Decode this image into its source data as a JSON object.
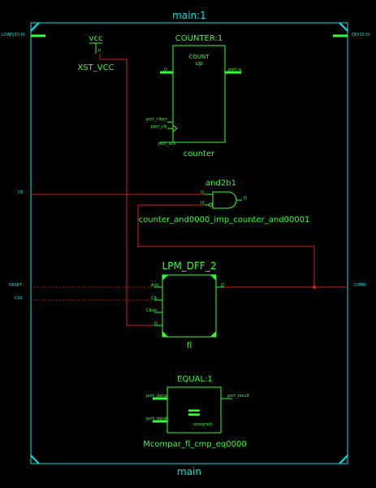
{
  "colors": {
    "background": "#000000",
    "frame": "#00e5e5",
    "symbol": "#33ff33",
    "wire": "#d81e1e",
    "wire_unrouted": "#d81e1e"
  },
  "sheet": {
    "title": "main:1",
    "footer": "main"
  },
  "ports": {
    "load": "LOAD(15:0)",
    "qd": "QD(15:0)",
    "ce": "CE",
    "reset": "RESET",
    "clk": "CLK",
    "comp": "COMP"
  },
  "vcc": {
    "label": "vcc",
    "pin": "P",
    "name": "XST_VCC"
  },
  "counter": {
    "title": "COUNTER:1",
    "body_line1": "COUNT",
    "body_line2": "up",
    "pin_d": "D",
    "pin_q": "port_q",
    "pin_clken": "port_clken",
    "pin_clk": "port_clk",
    "pin_aclr": "port_aclr",
    "instance": "counter"
  },
  "and_gate": {
    "type": "and2b1",
    "pin_i0": "I0",
    "pin_i1": "I1",
    "pin_o": "O",
    "instance": "counter_and0000_imp_counter_and00001"
  },
  "dff": {
    "title": "LPM_DFF_2",
    "pin_aclr": "Aclr",
    "pin_clk": "Clk",
    "pin_clken": "Clken",
    "pin_d": "D",
    "pin_q": "Q",
    "instance": "fl"
  },
  "equal": {
    "title": "EQUAL:1",
    "symbol": "=",
    "pin_a": "port_dataa",
    "pin_b": "port_datab",
    "pin_result": "port_result",
    "mode": "unsigned",
    "instance": "Mcompar_fl_cmp_eq0000"
  }
}
